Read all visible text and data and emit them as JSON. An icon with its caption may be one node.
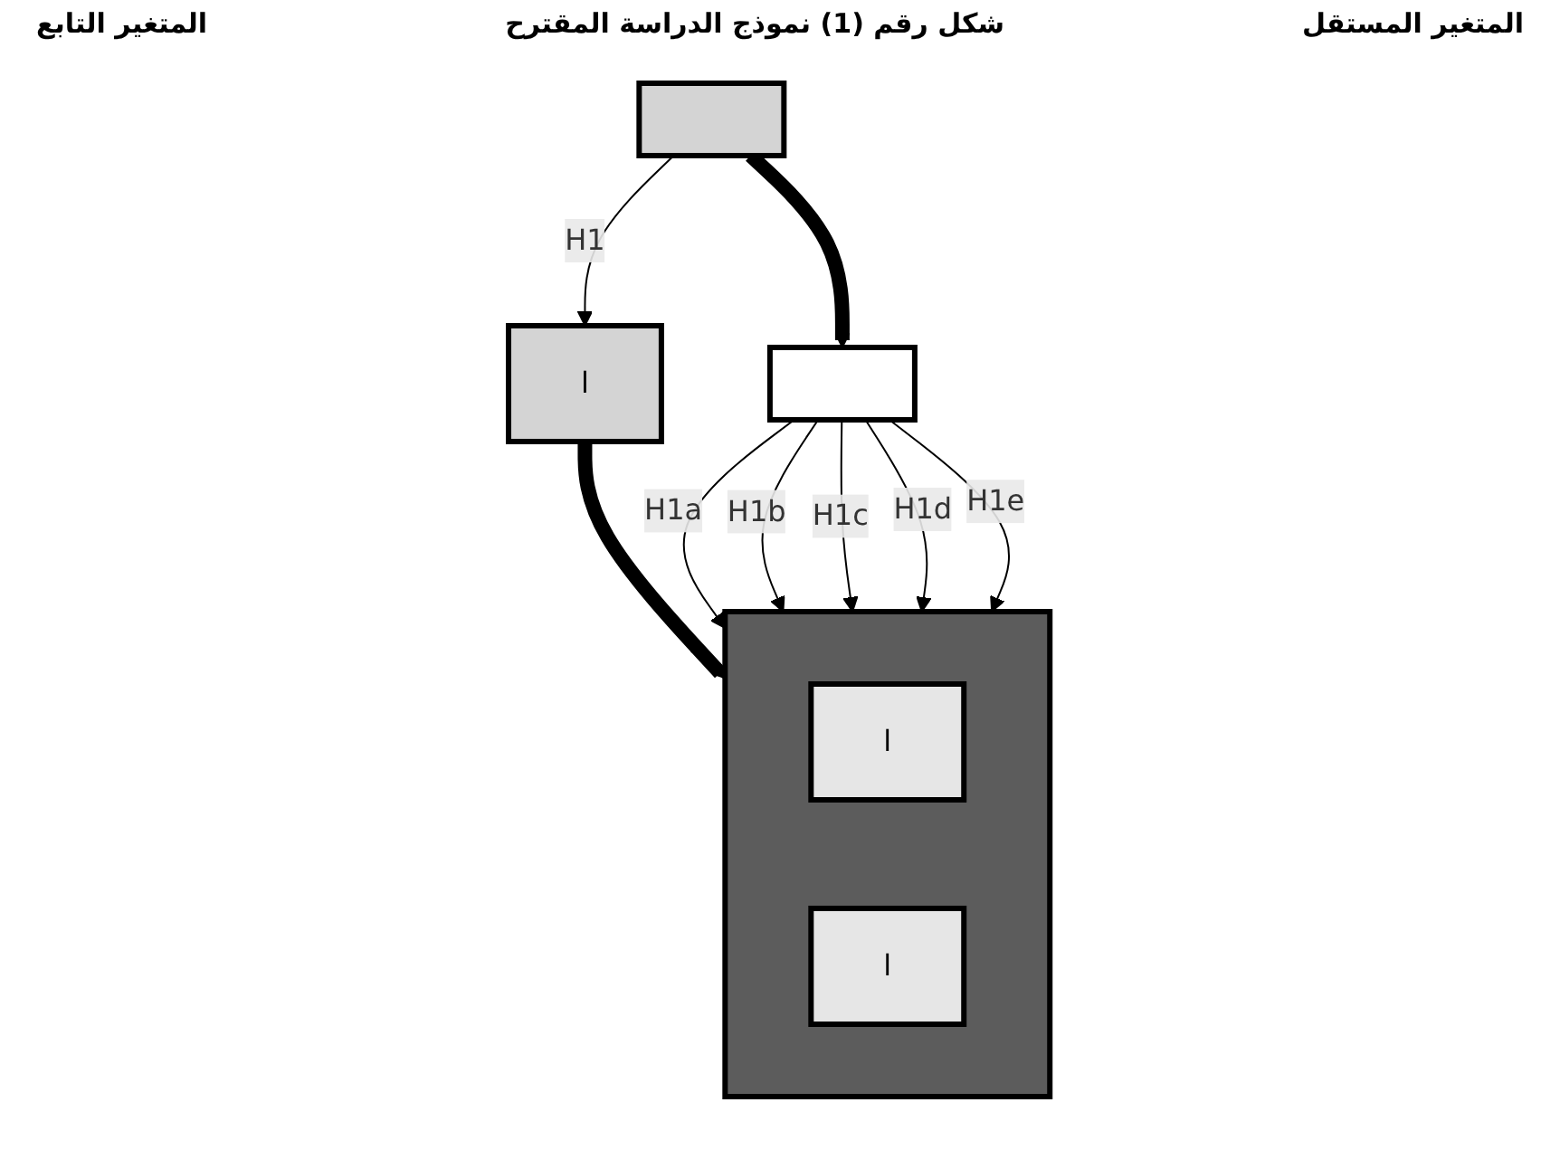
{
  "diagram": {
    "title": "شكل رقم (1) نموذج الدراسة المقترح",
    "nodes": [
      {
        "text": [],
        "shape": "box"
      },
      {
        "text": [
          "ا"
        ]
      },
      {
        "text": [],
        "shape": "box"
      },
      {
        "text": [],
        "shape": "box"
      },
      {
        "text": [
          "ا"
        ],
        "in": 3
      },
      {
        "text": [
          "ا"
        ],
        "in": 3
      }
    ],
    "edges": [
      {
        "from": 0,
        "to": 1,
        "arrow": "to",
        "label": "H1"
      },
      {
        "from": 1,
        "to": 3,
        "arrow": "to",
        "style": "thick"
      },
      {
        "from": 0,
        "to": 2,
        "arrow": "to",
        "style": "thick"
      },
      {
        "from": 2,
        "to": 3,
        "arrow": "to",
        "label": "H1a"
      },
      {
        "from": 2,
        "to": 3,
        "arrow": "to",
        "label": "H1b"
      },
      {
        "from": 2,
        "to": 3,
        "arrow": "to",
        "label": "H1c"
      },
      {
        "from": 2,
        "to": 3,
        "arrow": "to",
        "label": "H1d"
      },
      {
        "from": 2,
        "to": 3,
        "arrow": "to",
        "label": "H1e"
      }
    ],
    "labels": [
      "المتغير المستقل",
      "المتغير التابع"
    ]
  }
}
